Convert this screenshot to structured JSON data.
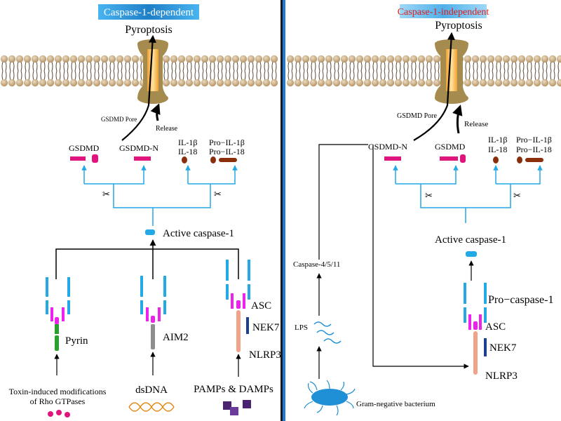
{
  "left_panel": {
    "header": "Caspase-1-dependent",
    "outcome": "Pyroptosis",
    "pore_label": "GSDMD Pore",
    "release_label": "Release",
    "substrates": {
      "gsdmd": "GSDMD",
      "gsdmd_n": "GSDMD-N",
      "il1b": "IL-1β",
      "il18": "IL-18",
      "pro_il1b": "Pro−IL-1β",
      "pro_il18": "Pro−IL-18"
    },
    "active_caspase": "Active caspase-1",
    "sensors": {
      "pyrin": "Pyrin",
      "aim2": "AIM2",
      "asc": "ASC",
      "nek7": "NEK7",
      "nlrp3": "NLRP3"
    },
    "triggers": {
      "toxin_line1": "Toxin-induced modifications",
      "toxin_line2": "of Rho GTPases",
      "dsdna": "dsDNA",
      "pamps": "PAMPs & DAMPs"
    }
  },
  "right_panel": {
    "header": "Caspase-1-independent",
    "outcome": "Pyroptosis",
    "pore_label": "GSDMD Pore",
    "release_label": "Release",
    "substrates": {
      "gsdmd_n": "GSDMD-N",
      "gsdmd": "GSDMD",
      "il1b": "IL-1β",
      "il18": "IL-18",
      "pro_il1b": "Pro−IL-1β",
      "pro_il18": "Pro−IL-18"
    },
    "active_caspase": "Active caspase-1",
    "pro_caspase": "Pro−caspase-1",
    "caspase_noncanonical": "Caspase-4/5/11",
    "lps": "LPS",
    "sensors": {
      "asc": "ASC",
      "nek7": "NEK7",
      "nlrp3": "NLRP3"
    },
    "bacterium": "Gram-negative bacterium"
  },
  "colors": {
    "header_bg": "#1f8fd6",
    "header_text_left": "#ffffff",
    "header_text_right": "#e01b1b",
    "membrane_head": "#c9a779",
    "membrane_tail": "#5a4630",
    "pore": "#a58b4e",
    "pore_channel": "#f2a33a",
    "caspase_blue": "#23a9e6",
    "pyd_magenta": "#ee22ee",
    "gsdmd_pink": "#e0147d",
    "il_brown": "#8b2e0c",
    "pyrin_green": "#2aa12f",
    "aim2_grey": "#8e8e8e",
    "nlrp3_salmon": "#f0a386",
    "nek7_navy": "#1c3f8f",
    "divider": "#1a1a1a",
    "divider_blue": "#1c7cd6",
    "dsdna_orange": "#e38a1a",
    "bacterium_blue": "#1f8fd6",
    "damp_purple": "#4a2470",
    "toxin_pink": "#e0147d"
  }
}
